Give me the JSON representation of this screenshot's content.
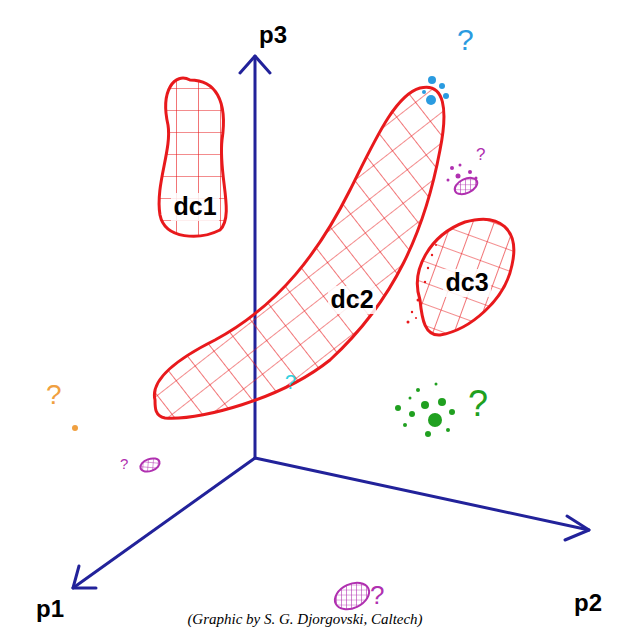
{
  "diagram": {
    "caption": "(Graphic by S. G. Djorgovski, Caltech)",
    "nodes": [
      {
        "text": [
          "dc1"
        ]
      },
      {
        "text": [
          "dc2"
        ]
      },
      {
        "text": [
          "dc3"
        ]
      }
    ],
    "labels": [
      "p3",
      "?",
      "?",
      "?",
      "?",
      "?",
      "?",
      "p1",
      "?",
      "p2"
    ]
  }
}
